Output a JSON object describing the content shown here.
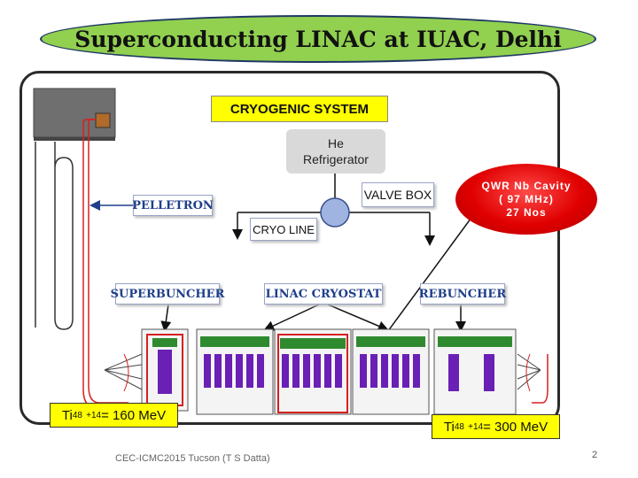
{
  "title": "Superconducting LINAC at IUAC, Delhi",
  "labels": {
    "cryogenic_system": "CRYOGENIC SYSTEM",
    "he_refrigerator_line1": "He",
    "he_refrigerator_line2": "Refrigerator",
    "valve_box": "VALVE BOX",
    "cryoline": "CRYO LINE",
    "pelletron": "PELLETRON",
    "superbuncher": "SUPERBUNCHER",
    "linac_cryostat": "LINAC CRYOSTAT",
    "rebuncher": "REBUNCHER"
  },
  "callout": {
    "line1": "QWR Nb Cavity",
    "line2": "( 97 MHz)",
    "line3": "27 Nos"
  },
  "energy_in": {
    "ion": "Ti",
    "mass": "48",
    "charge": "+14",
    "value": "= 160 MeV"
  },
  "energy_out": {
    "ion": "Ti",
    "mass": "48",
    "charge": "+14",
    "value": "= 300 MeV"
  },
  "footer": "CEC-ICMC2015 Tucson (T S Datta)",
  "page_number": "2",
  "colors": {
    "title_fill": "#92d050",
    "highlight": "#ffff00",
    "callout_red": "#e00000",
    "beamline_red": "#d62020",
    "cavity_purple": "#6a1fb5",
    "cryostat_green": "#2f8a2f"
  }
}
